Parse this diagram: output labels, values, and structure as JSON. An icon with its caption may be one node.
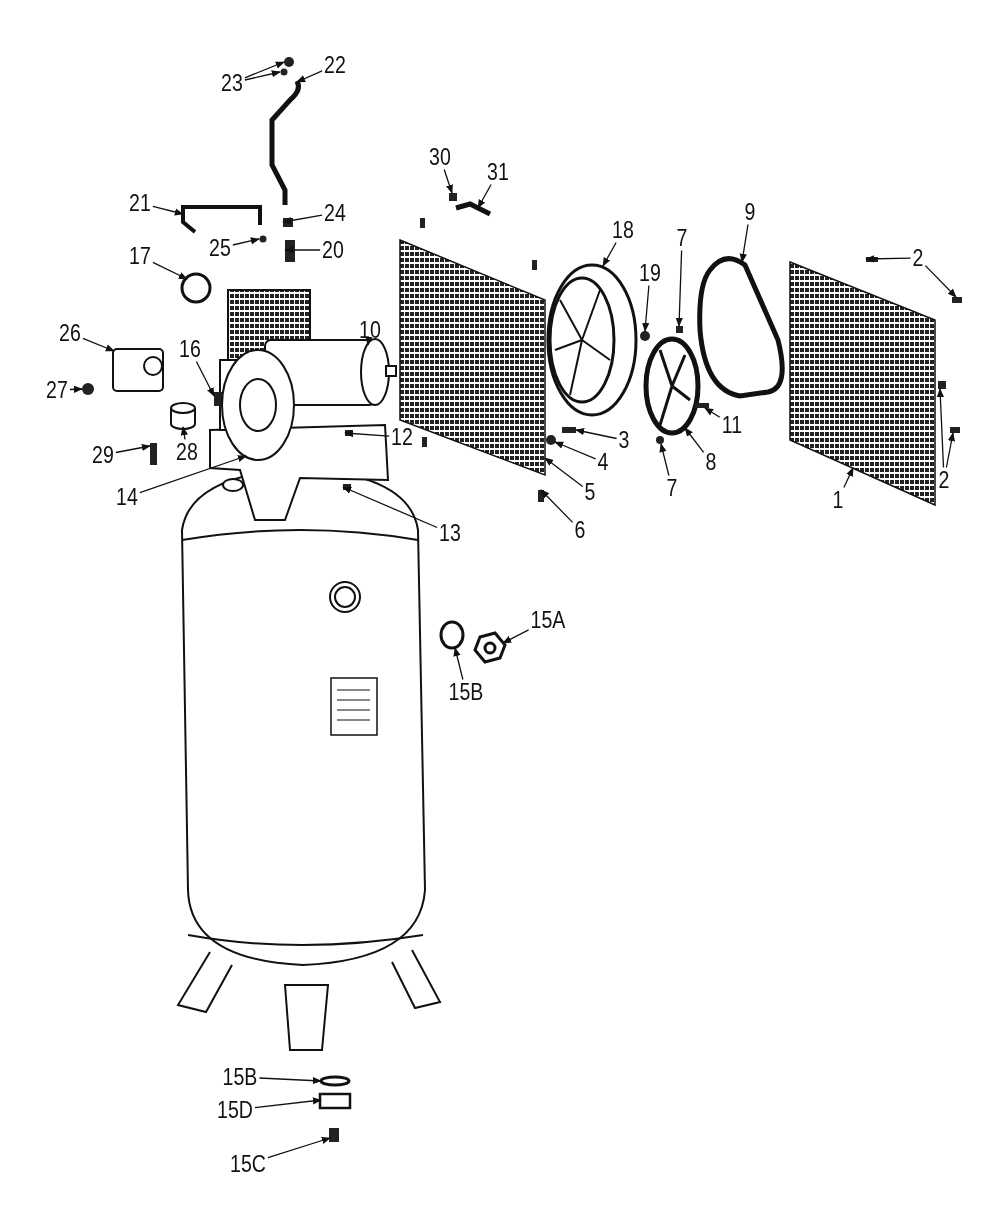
{
  "diagram": {
    "nodes": [
      {
        "text": [
          "23"
        ]
      },
      {
        "text": [
          "22"
        ]
      },
      {
        "text": [
          "21"
        ]
      },
      {
        "text": [
          "24"
        ]
      },
      {
        "text": [
          "25"
        ]
      },
      {
        "text": [
          "20"
        ]
      },
      {
        "text": [
          "30"
        ]
      },
      {
        "text": [
          "31"
        ]
      },
      {
        "text": [
          "17"
        ]
      },
      {
        "text": [
          "18"
        ]
      },
      {
        "text": [
          "9"
        ]
      },
      {
        "text": [
          "7"
        ]
      },
      {
        "text": [
          "2"
        ]
      },
      {
        "text": [
          "19"
        ]
      },
      {
        "text": [
          "26"
        ]
      },
      {
        "text": [
          "16"
        ]
      },
      {
        "text": [
          "10"
        ]
      },
      {
        "text": [
          "27"
        ]
      },
      {
        "text": [
          "28"
        ]
      },
      {
        "text": [
          "29"
        ]
      },
      {
        "text": [
          "12"
        ]
      },
      {
        "text": [
          "14"
        ]
      },
      {
        "text": [
          "13"
        ]
      },
      {
        "text": [
          "3"
        ]
      },
      {
        "text": [
          "4"
        ]
      },
      {
        "text": [
          "5"
        ]
      },
      {
        "text": [
          "6"
        ]
      },
      {
        "text": [
          "7"
        ]
      },
      {
        "text": [
          "8"
        ]
      },
      {
        "text": [
          "11"
        ]
      },
      {
        "text": [
          "1"
        ]
      },
      {
        "text": [
          "2"
        ]
      },
      {
        "text": [
          "15A"
        ]
      },
      {
        "text": [
          "15B"
        ]
      },
      {
        "text": [
          "15B"
        ]
      },
      {
        "text": [
          "15D"
        ]
      },
      {
        "text": [
          "15C"
        ]
      },
      {
        "text": [],
        "shape": "circle"
      },
      {
        "text": [],
        "shape": "circle"
      },
      {
        "text": [],
        "shape": "picture"
      },
      {
        "text": [],
        "shape": "picture"
      },
      {
        "text": [],
        "shape": "box"
      },
      {
        "text": [],
        "shape": "circle"
      },
      {
        "text": [],
        "shape": "box"
      },
      {
        "text": [],
        "shape": "box"
      },
      {
        "text": [],
        "shape": "picture"
      },
      {
        "text": [],
        "shape": "circle"
      },
      {
        "text": [],
        "shape": "picture"
      },
      {
        "text": [],
        "shape": "picture"
      },
      {
        "text": [],
        "shape": "box"
      },
      {
        "text": [],
        "shape": "box"
      },
      {
        "text": [],
        "shape": "box"
      },
      {
        "text": [],
        "shape": "circle"
      },
      {
        "text": [],
        "shape": "picture"
      },
      {
        "text": [],
        "shape": "box"
      },
      {
        "text": [],
        "shape": "picture"
      },
      {
        "text": [],
        "shape": "circle"
      },
      {
        "text": [],
        "shape": "cylinder"
      },
      {
        "text": [],
        "shape": "box"
      },
      {
        "text": [],
        "shape": "box"
      },
      {
        "text": [],
        "shape": "picture"
      },
      {
        "text": [],
        "shape": "box"
      },
      {
        "text": [],
        "shape": "box"
      },
      {
        "text": [],
        "shape": "circle"
      },
      {
        "text": [],
        "shape": "picture"
      },
      {
        "text": [],
        "shape": "box"
      },
      {
        "text": [],
        "shape": "circle"
      },
      {
        "text": [],
        "shape": "picture"
      },
      {
        "text": [],
        "shape": "box"
      },
      {
        "text": [],
        "shape": "picture"
      },
      {
        "text": [],
        "shape": "box"
      },
      {
        "text": [],
        "shape": "box"
      },
      {
        "text": [],
        "shape": "picture"
      },
      {
        "text": [],
        "shape": "circle"
      },
      {
        "text": [],
        "shape": "circle"
      },
      {
        "text": [],
        "shape": "box"
      },
      {
        "text": [],
        "shape": "box"
      }
    ],
    "edges": [
      {
        "from": 0,
        "to": 37,
        "arrow": "to"
      },
      {
        "from": 0,
        "to": 38,
        "arrow": "to"
      },
      {
        "from": 1,
        "to": 39,
        "arrow": "to"
      },
      {
        "from": 2,
        "to": 40,
        "arrow": "to"
      },
      {
        "from": 3,
        "to": 41,
        "arrow": "to"
      },
      {
        "from": 4,
        "to": 42,
        "arrow": "to"
      },
      {
        "from": 5,
        "to": 43,
        "arrow": "to"
      },
      {
        "from": 6,
        "to": 44,
        "arrow": "to"
      },
      {
        "from": 7,
        "to": 45,
        "arrow": "to"
      },
      {
        "from": 8,
        "to": 46,
        "arrow": "to"
      },
      {
        "from": 9,
        "to": 47,
        "arrow": "to"
      },
      {
        "from": 10,
        "to": 48,
        "arrow": "to"
      },
      {
        "from": 11,
        "to": 49,
        "arrow": "to"
      },
      {
        "from": 12,
        "to": 50,
        "arrow": "to"
      },
      {
        "from": 12,
        "to": 51,
        "arrow": "to"
      },
      {
        "from": 13,
        "to": 52,
        "arrow": "to"
      },
      {
        "from": 14,
        "to": 53,
        "arrow": "to"
      },
      {
        "from": 15,
        "to": 54,
        "arrow": "to"
      },
      {
        "from": 16,
        "to": 55,
        "arrow": "to"
      },
      {
        "from": 17,
        "to": 56,
        "arrow": "to"
      },
      {
        "from": 18,
        "to": 57,
        "arrow": "to"
      },
      {
        "from": 19,
        "to": 58,
        "arrow": "to"
      },
      {
        "from": 20,
        "to": 59,
        "arrow": "to"
      },
      {
        "from": 21,
        "to": 60,
        "arrow": "to"
      },
      {
        "from": 22,
        "to": 61,
        "arrow": "to"
      },
      {
        "from": 23,
        "to": 62,
        "arrow": "to"
      },
      {
        "from": 24,
        "to": 63,
        "arrow": "to"
      },
      {
        "from": 25,
        "to": 64,
        "arrow": "to"
      },
      {
        "from": 26,
        "to": 65,
        "arrow": "to"
      },
      {
        "from": 27,
        "to": 66,
        "arrow": "to"
      },
      {
        "from": 28,
        "to": 67,
        "arrow": "to"
      },
      {
        "from": 29,
        "to": 68,
        "arrow": "to"
      },
      {
        "from": 30,
        "to": 69,
        "arrow": "to"
      },
      {
        "from": 31,
        "to": 70,
        "arrow": "to"
      },
      {
        "from": 31,
        "to": 71,
        "arrow": "to"
      },
      {
        "from": 32,
        "to": 72,
        "arrow": "to"
      },
      {
        "from": 33,
        "to": 73,
        "arrow": "to"
      },
      {
        "from": 34,
        "to": 74,
        "arrow": "to"
      },
      {
        "from": 35,
        "to": 75,
        "arrow": "to"
      },
      {
        "from": 36,
        "to": 76,
        "arrow": "to"
      }
    ]
  }
}
